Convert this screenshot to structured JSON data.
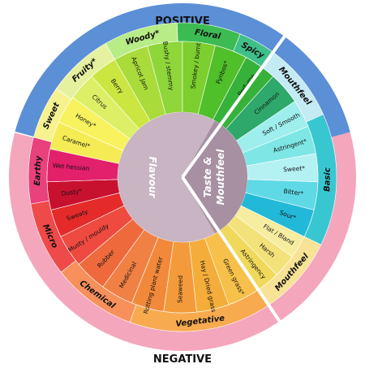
{
  "outer": {
    "positive": "POSITIVE",
    "negative": "NEGATIVE",
    "positive_color": "#5b8fd6",
    "negative_color": "#f4a6bd",
    "divider_color": "#ffffff"
  },
  "center": {
    "flavour_label": "Flavour",
    "taste_label_line1": "Taste &",
    "taste_label_line2": "Mouthfeel",
    "flavour_color": "#c8b4c2",
    "taste_color": "#a690a1"
  },
  "categories": [
    {
      "id": "woody",
      "label": "Woody*",
      "color": "#b8ec86"
    },
    {
      "id": "floral",
      "label": "Floral",
      "color": "#3dbb53"
    },
    {
      "id": "spicy",
      "label": "Spicy",
      "color": "#3fbf8a"
    },
    {
      "id": "mouthfeel-top",
      "label": "Mouthfeel",
      "color": "#c4eaf3"
    },
    {
      "id": "basic",
      "label": "Basic",
      "color": "#38c7d1"
    },
    {
      "id": "mouthfeel-bottom",
      "label": "Mouthfeel",
      "color": "#f8e296"
    },
    {
      "id": "vegetative",
      "label": "Vegetative",
      "color": "#f7aa4e"
    },
    {
      "id": "chemical",
      "label": "Chemical",
      "color": "#f7905a"
    },
    {
      "id": "micro",
      "label": "Micro",
      "color": "#ee4a4a"
    },
    {
      "id": "earthy",
      "label": "Earthy",
      "color": "#e8417c"
    },
    {
      "id": "sweet",
      "label": "Sweet",
      "color": "#f6f290"
    },
    {
      "id": "fruity",
      "label": "Fruity*",
      "color": "#e6f1a0"
    }
  ],
  "attributes": [
    {
      "label": "Apricot Jam",
      "color": "#a9dc3a"
    },
    {
      "label": "Bushy / stemmy",
      "color": "#8fd63a"
    },
    {
      "label": "Smokey / burnt",
      "color": "#7ccf2e"
    },
    {
      "label": "Fynbos*",
      "color": "#4fbf2a"
    },
    {
      "label": "Perfume",
      "color": "#36b13a"
    },
    {
      "label": "Cinnamon",
      "color": "#2fa86b"
    },
    {
      "label": "Soft / Smooth",
      "color": "#9eeeed"
    },
    {
      "label": "Astringent*",
      "color": "#7ee7e6"
    },
    {
      "label": "Sweet*",
      "color": "#b4f1f3"
    },
    {
      "label": "Bitter*",
      "color": "#5fd9e6"
    },
    {
      "label": "Sour*",
      "color": "#22b9d8"
    },
    {
      "label": "Flat / Bland",
      "color": "#f7eda0"
    },
    {
      "label": "Harsh",
      "color": "#f3e27a"
    },
    {
      "label": "Astringency",
      "color": "#f0d85a"
    },
    {
      "label": "Green grass*",
      "color": "#f6c04a"
    },
    {
      "label": "Hay / Dried grass",
      "color": "#f4ad3a"
    },
    {
      "label": "Seaweed",
      "color": "#f39b3a"
    },
    {
      "label": "Rotting plant water",
      "color": "#f2893a"
    },
    {
      "label": "Medicinal",
      "color": "#f08044"
    },
    {
      "label": "Rubber",
      "color": "#ee6a3c"
    },
    {
      "label": "Musty / mouldy",
      "color": "#ee4a40"
    },
    {
      "label": "Sweaty",
      "color": "#e52a2a"
    },
    {
      "label": "Dusty*",
      "color": "#c8102f"
    },
    {
      "label": "Wet hessian",
      "color": "#e3206a"
    },
    {
      "label": "Caramel*",
      "color": "#f5ec55"
    },
    {
      "label": "Honey*",
      "color": "#f7f25d"
    },
    {
      "label": "Citrus",
      "color": "#dcef66"
    },
    {
      "label": "Berry",
      "color": "#cbe640"
    }
  ]
}
